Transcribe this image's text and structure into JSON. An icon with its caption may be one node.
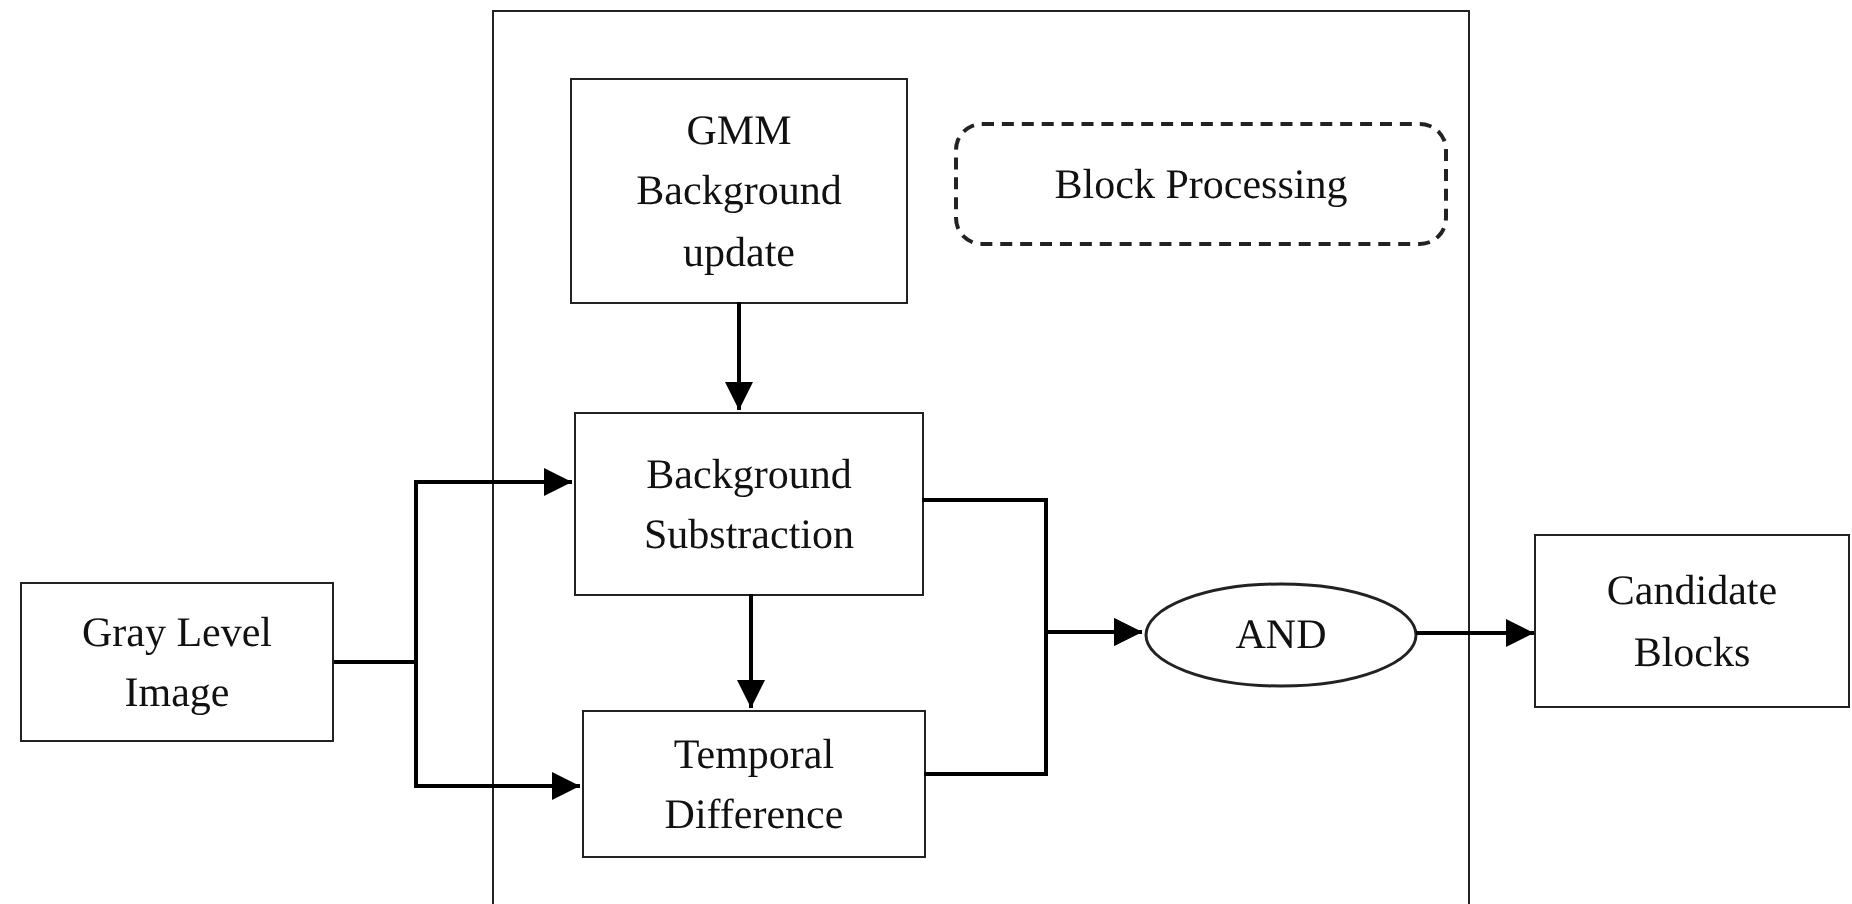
{
  "diagram": {
    "nodes": [
      {
        "text": [],
        "shape": "box"
      },
      {
        "text": [
          "Gray Level Image"
        ]
      },
      {
        "text": [
          "GMM Background update"
        ],
        "in": 0
      },
      {
        "text": [
          "Block Processing"
        ],
        "in": 0
      },
      {
        "text": [
          "Background Substraction"
        ],
        "in": 0
      },
      {
        "text": [
          "Temporal Difference"
        ],
        "in": 0
      },
      {
        "text": [
          "AND"
        ],
        "in": 0
      },
      {
        "text": [
          "Candidate Blocks"
        ]
      }
    ],
    "edges": [
      {
        "from": 1,
        "to": 4,
        "arrow": "to"
      },
      {
        "from": 1,
        "to": 5,
        "arrow": "to"
      },
      {
        "from": 2,
        "to": 4,
        "arrow": "to"
      },
      {
        "from": 4,
        "to": 5,
        "arrow": "to"
      },
      {
        "from": 4,
        "to": 6,
        "arrow": "to"
      },
      {
        "from": 5,
        "to": 6,
        "arrow": "to"
      },
      {
        "from": 6,
        "to": 7,
        "arrow": "to"
      }
    ]
  }
}
